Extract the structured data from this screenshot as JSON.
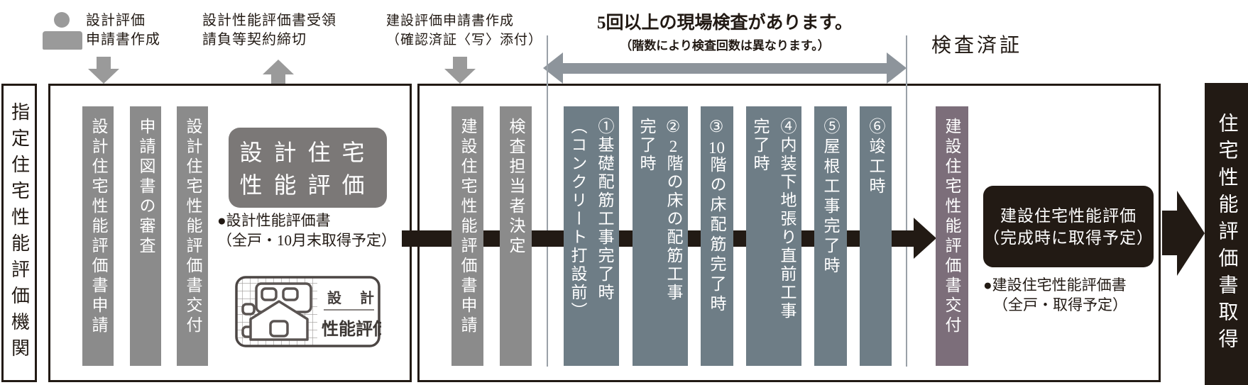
{
  "colors": {
    "ink": "#221a14",
    "bar_gray": "#8b8b8b",
    "arrow_gray": "#9a9a9a",
    "span_arrow_gray": "#8d949b",
    "guide_line": "#9aa1a8",
    "result_box_gray": "#7b7877",
    "stage_blue_gray": "#6e7d86",
    "issue_mauve": "#7c6e7a"
  },
  "prep_steps": {
    "design_application": {
      "line1": "設計評価",
      "line2": "申請書作成"
    },
    "receive_contract": {
      "line1": "設計性能評価書受領",
      "line2": "請負等契約締切"
    },
    "construction_application": {
      "line1": "建設評価申請書作成",
      "line2": "（確認済証〈写〉添付）"
    }
  },
  "site_inspection": {
    "title": "5回以上の現場検査があります。",
    "subtitle": "（階数により検査回数は異なります。）"
  },
  "certificate_label": "検査済証",
  "left_org": {
    "label": "指定住宅性能評価機関"
  },
  "design_panel": {
    "bars": [
      {
        "label": "設計住宅性能評価書申請"
      },
      {
        "label": "申請図書の審査"
      },
      {
        "label": "設計住宅性能評価書交付"
      }
    ],
    "result_box": {
      "line1": "設計住宅",
      "line2": "性能評価"
    },
    "note": {
      "line1": "●設計性能評価書",
      "line2": "（全戸・10月末取得予定）"
    },
    "stamp": {
      "top_label": "設計",
      "bottom_label": "性能評価"
    }
  },
  "construction_panel": {
    "bars": [
      {
        "label": "建設住宅性能評価書申請"
      },
      {
        "label": "検査担当者決定"
      }
    ],
    "stages": [
      {
        "main": "①基礎配筋工事完了時",
        "sub": "（コンクリート打設前）"
      },
      {
        "main": "②2階の床の配筋工事",
        "sub": "完了時"
      },
      {
        "main": "③10階の床配筋完了時"
      },
      {
        "main": "④内装下地張り直前工事",
        "sub": "完了時"
      },
      {
        "main": "⑤屋根工事完了時"
      },
      {
        "main": "⑥竣工時"
      }
    ],
    "issue_bar": {
      "label": "建設住宅性能評価書交付"
    },
    "result_box": {
      "line1": "建設住宅性能評価",
      "line2": "（完成時に取得予定）"
    },
    "note": {
      "line1": "●建設住宅性能評価書",
      "line2": "（全戸・取得予定）"
    }
  },
  "right_goal": {
    "label": "住宅性能評価書取得"
  }
}
